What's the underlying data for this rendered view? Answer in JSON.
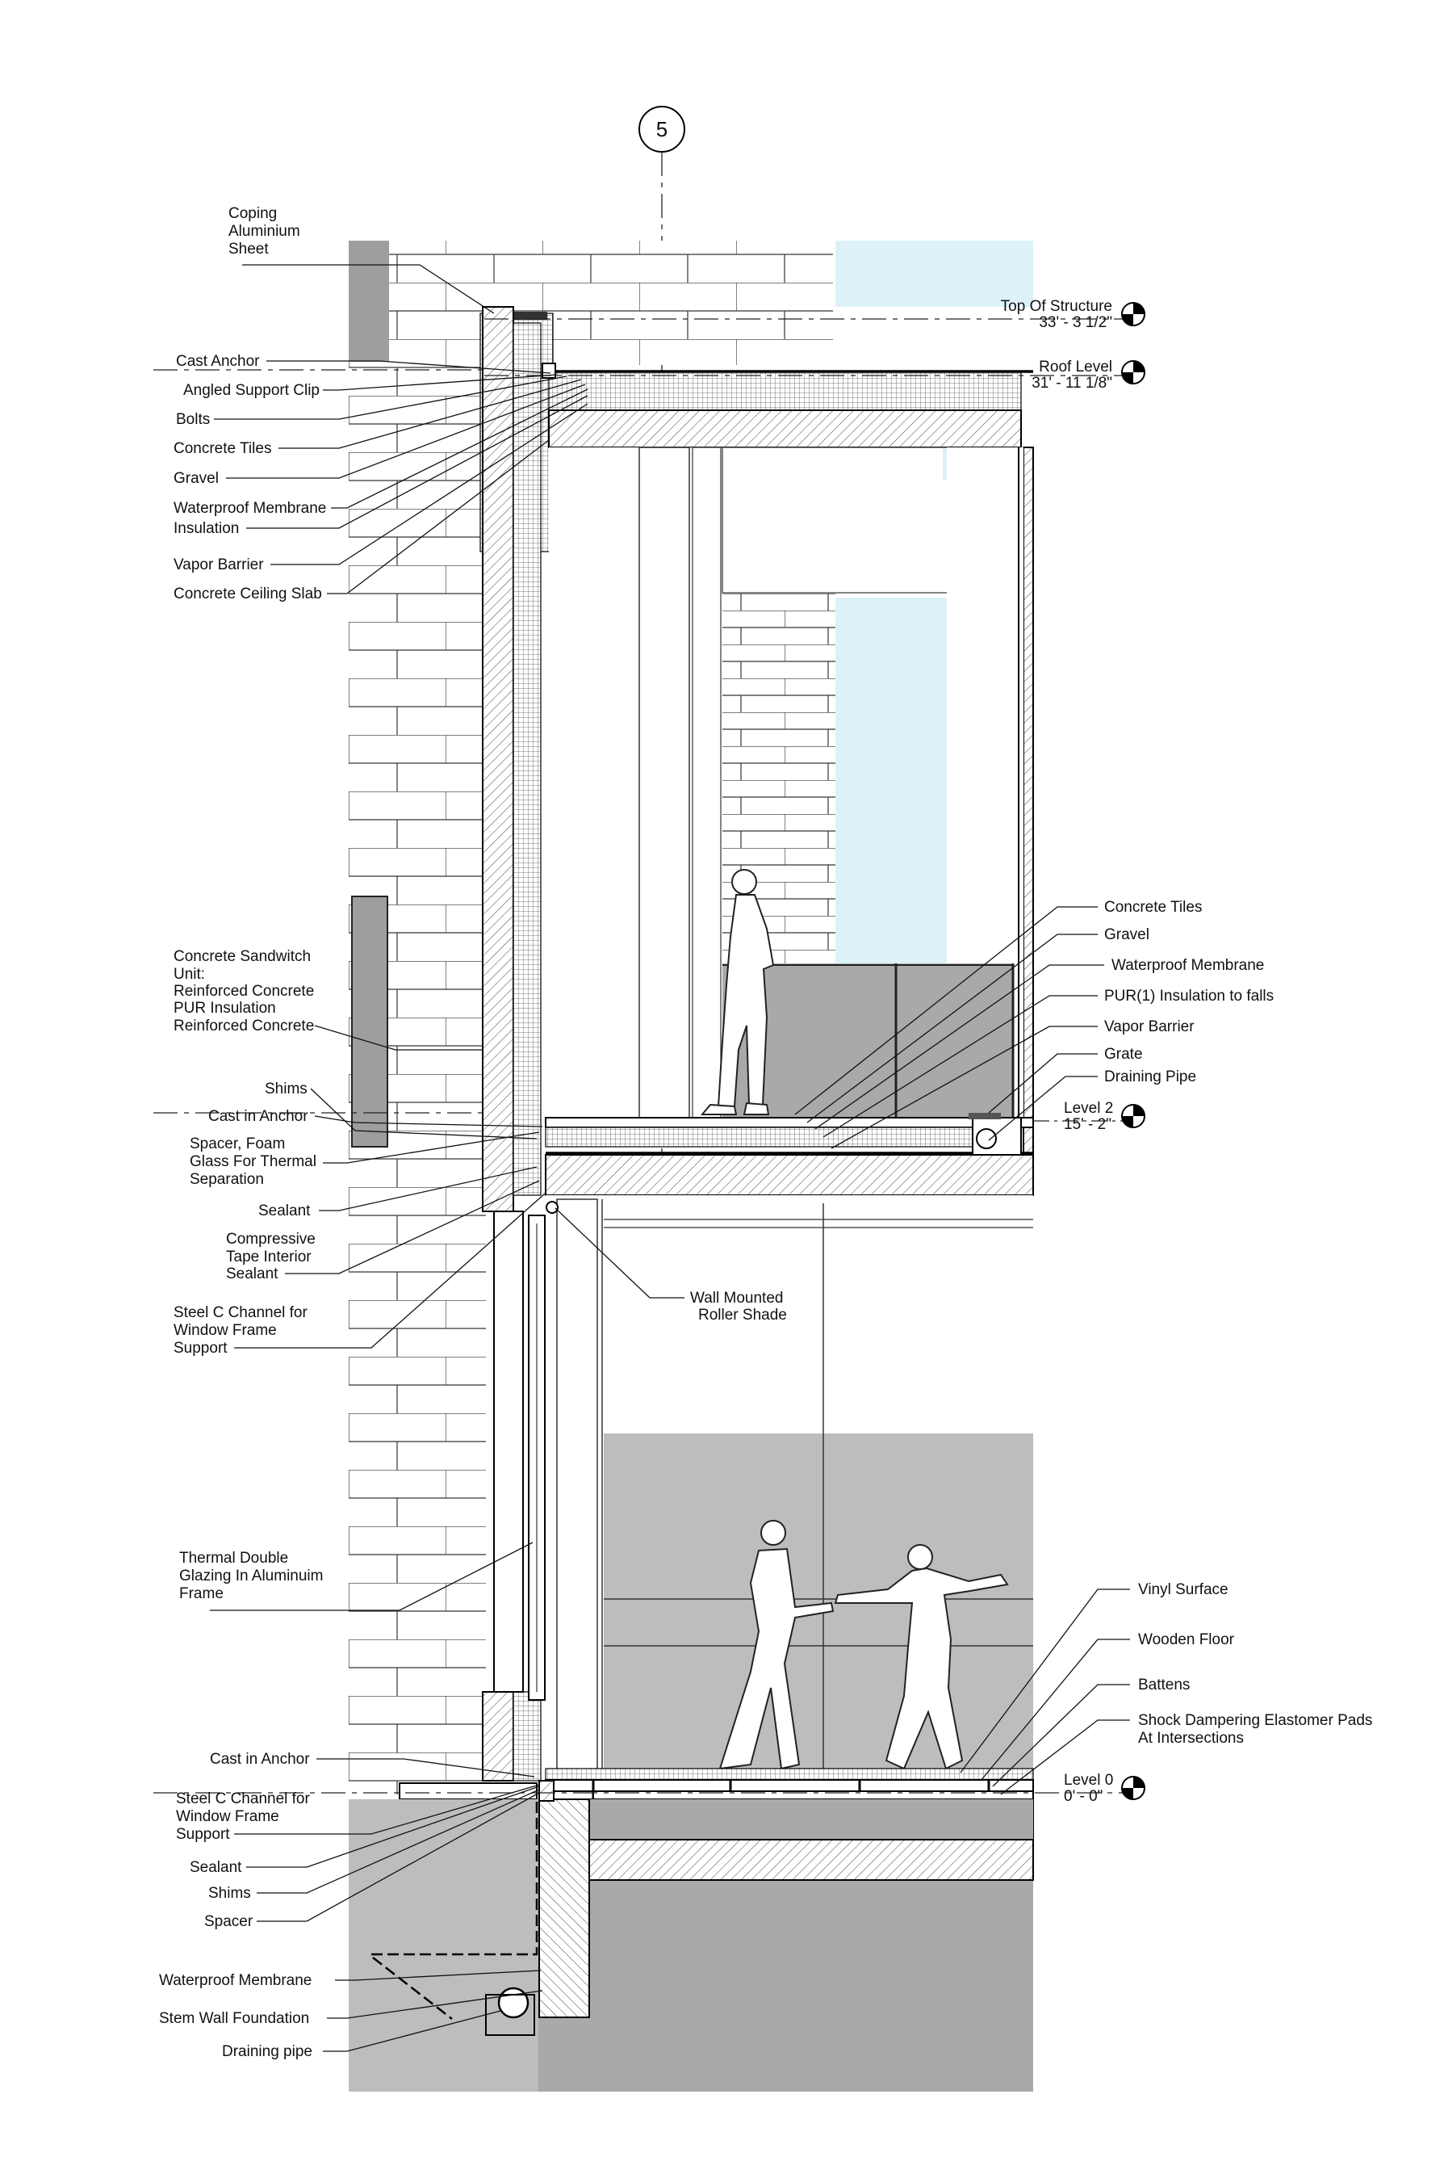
{
  "grid_marker": "5",
  "levels": [
    {
      "id": "top-of-structure",
      "name": "Top Of Structure",
      "elev": "33' - 3 1/2\""
    },
    {
      "id": "roof-level",
      "name": "Roof Level",
      "elev": "31' - 11 1/8\""
    },
    {
      "id": "level-2",
      "name": "Level 2",
      "elev": "15' - 2\""
    },
    {
      "id": "level-0",
      "name": "Level 0",
      "elev": "0' - 0\""
    }
  ],
  "labels_left": {
    "coping": [
      "Coping",
      "Aluminium",
      "Sheet"
    ],
    "roof": [
      "Cast Anchor",
      "Angled Support Clip",
      "Bolts",
      "Concrete Tiles",
      "Gravel",
      "Waterproof Membrane",
      "Insulation",
      "Vapor Barrier",
      "Concrete Ceiling Slab"
    ],
    "sandwich": [
      "Concrete Sandwitch",
      "Unit:",
      "Reinforced Concrete",
      "PUR Insulation",
      "Reinforced Concrete"
    ],
    "level2_joint": [
      "Shims",
      "Cast in Anchor"
    ],
    "spacer": [
      "Spacer, Foam",
      "Glass For Thermal",
      "Separation"
    ],
    "sealant": "Sealant",
    "tape": [
      "Compressive",
      "Tape Interior",
      "Sealant"
    ],
    "channel": [
      "Steel C Channel for",
      "Window Frame",
      "Support"
    ],
    "glazing": [
      "Thermal Double",
      "Glazing In Aluminuim",
      "Frame"
    ],
    "base_anchor": "Cast in Anchor",
    "base_channel": [
      "Steel C Channel for",
      "Window Frame",
      "Support"
    ],
    "base": [
      "Sealant",
      "Shims",
      "Spacer"
    ],
    "foundation": [
      "Waterproof Membrane",
      "Stem Wall Foundation",
      "Draining pipe"
    ]
  },
  "labels_right": {
    "balcony": [
      "Concrete Tiles",
      "Gravel",
      "Waterproof Membrane",
      "PUR(1) Insulation to falls",
      "Vapor Barrier",
      "Grate",
      "Draining Pipe"
    ],
    "shade": [
      "Wall Mounted",
      "Roller Shade"
    ],
    "floor": [
      "Vinyl Surface",
      "Wooden Floor",
      "Battens",
      "Shock Dampering Elastomer Pads",
      "At Intersections"
    ]
  }
}
